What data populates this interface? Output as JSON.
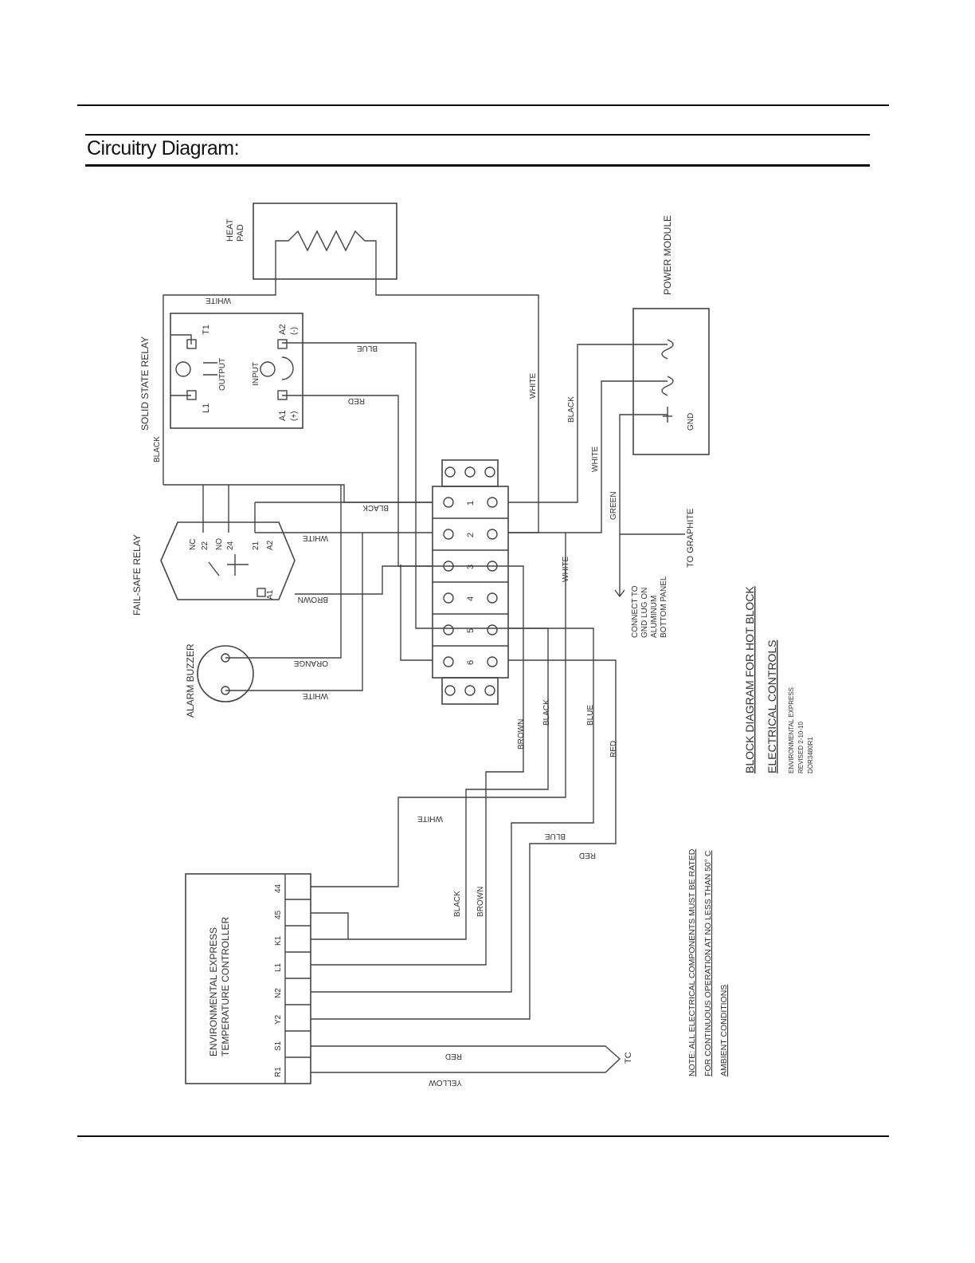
{
  "page": {
    "section_title": "Circuitry Diagram:"
  },
  "diagram": {
    "components": {
      "heat_pad": [
        "HEAT",
        "PAD"
      ],
      "power_module": "POWER MODULE",
      "gnd": "GND",
      "solid_state_relay": "SOLID STATE RELAY",
      "ssr_terminals": {
        "l1": "L1",
        "t1": "T1",
        "output": "OUTPUT",
        "input": "INPUT",
        "a1": "A1",
        "a1_sign": "(+)",
        "a2": "A2",
        "a2_sign": "(-)"
      },
      "fail_safe_relay": "FAIL-SAFE RELAY",
      "fsr_terminals": {
        "nc": "NC",
        "t22": "22",
        "no": "NO",
        "t24": "24",
        "t21": "21",
        "a2": "A2",
        "a1": "A1"
      },
      "alarm_buzzer": "ALARM BUZZER",
      "terminal_block_numbers": [
        "1",
        "2",
        "3",
        "4",
        "5",
        "6"
      ],
      "temperature_controller": [
        "ENVIRONMENTAL EXPRESS",
        "TEMPERATURE CONTROLLER"
      ],
      "controller_terminals": [
        "44",
        "45",
        "K1",
        "L1",
        "N2",
        "Y2",
        "S1",
        "R1"
      ],
      "thermocouple": "TC"
    },
    "wire_labels": {
      "white_top": "WHITE",
      "blue_ssr": "BLUE",
      "red_ssr": "RED",
      "white_vertical_heat": "WHITE",
      "black_power": "BLACK",
      "white_power": "WHITE",
      "green_gnd": "GREEN",
      "black_ssr": "BLACK",
      "black_block": "BLACK",
      "white_fsr": "WHITE",
      "brown_fsr": "BROWN",
      "orange_buzzer": "ORANGE",
      "white_buzzer": "WHITE",
      "white_block": "WHITE",
      "brown_lower": "BROWN",
      "black_lower": "BLACK",
      "blue_lower": "BLUE",
      "red_lower": "RED",
      "white_ctrl": "WHITE",
      "blue_ctrl": "BLUE",
      "red_ctrl": "RED",
      "black_ctrl": "BLACK",
      "brown_ctrl": "BROWN",
      "red_tc": "RED",
      "yellow_tc": "YELLOW"
    },
    "notes": {
      "ground_note": [
        "CONNECT TO",
        "GND LUG ON",
        "ALUMINUM",
        "BOTTOM PANEL"
      ],
      "to_graphite": "TO GRAPHITE",
      "rating_note": [
        "NOTE: ALL ELECTRICAL COMPONENTS MUST BE RATED",
        "FOR CONTINUOUS OPERATION AT NO LESS THAN 50° C",
        "AMBIENT CONDITIONS"
      ],
      "block_title": "BLOCK DIAGRAM FOR HOT BLOCK",
      "block_subtitle": "ELECTRICAL CONTROLS",
      "revision": [
        "ENVIRONMENTAL EXPRESS",
        "REVISED 2-10-10",
        "DOR3480R1"
      ]
    }
  }
}
